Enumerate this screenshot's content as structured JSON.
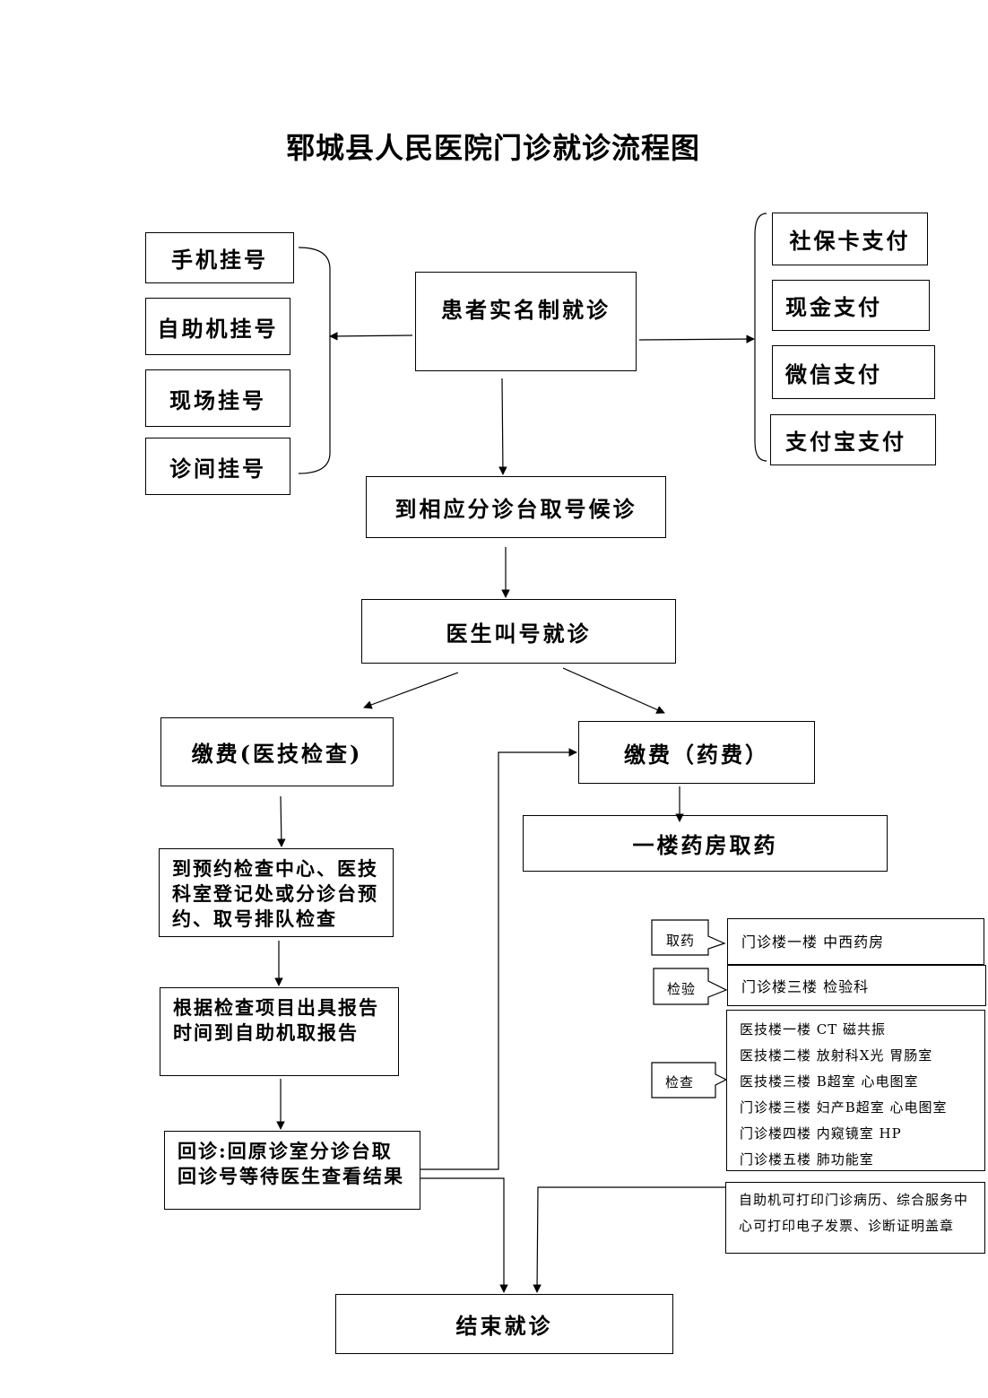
{
  "title": "郓城县人民医院门诊就诊流程图",
  "registration": [
    "手机挂号",
    "自助机挂号",
    "现场挂号",
    "诊间挂号"
  ],
  "payment_methods": [
    "社保卡支付",
    "现金支付",
    "微信支付",
    "支付宝支付"
  ],
  "steps": {
    "real_name": "患者实名制就诊",
    "triage": "到相应分诊台取号候诊",
    "doctor": "医生叫号就诊",
    "pay_exam": "缴费(医技检查)",
    "pay_drug": "缴费（药费）",
    "pharmacy": "一楼药房取药",
    "exam_book": "到预约检查中心、医技科室登记处或分诊台预约、取号排队检查",
    "report": "根据检查项目出具报告时间到自助机取报告",
    "revisit": "回诊:回原诊室分诊台取回诊号等待医生查看结果",
    "end": "结束就诊"
  },
  "info": {
    "drug_tag": "取药",
    "drug_text": "门诊楼一楼 中西药房",
    "lab_tag": "检验",
    "lab_text": "门诊楼三楼 检验科",
    "exam_tag": "检查",
    "exam_lines": [
      "医技楼一楼 CT 磁共振",
      "医技楼二楼 放射科X光 胃肠室",
      "医技楼三楼 B超室 心电图室",
      "门诊楼三楼 妇产B超室 心电图室",
      "门诊楼四楼 内窥镜室 HP",
      "门诊楼五楼 肺功能室"
    ],
    "self_service": "自助机可打印门诊病历、综合服务中心可打印电子发票、诊断证明盖章"
  }
}
